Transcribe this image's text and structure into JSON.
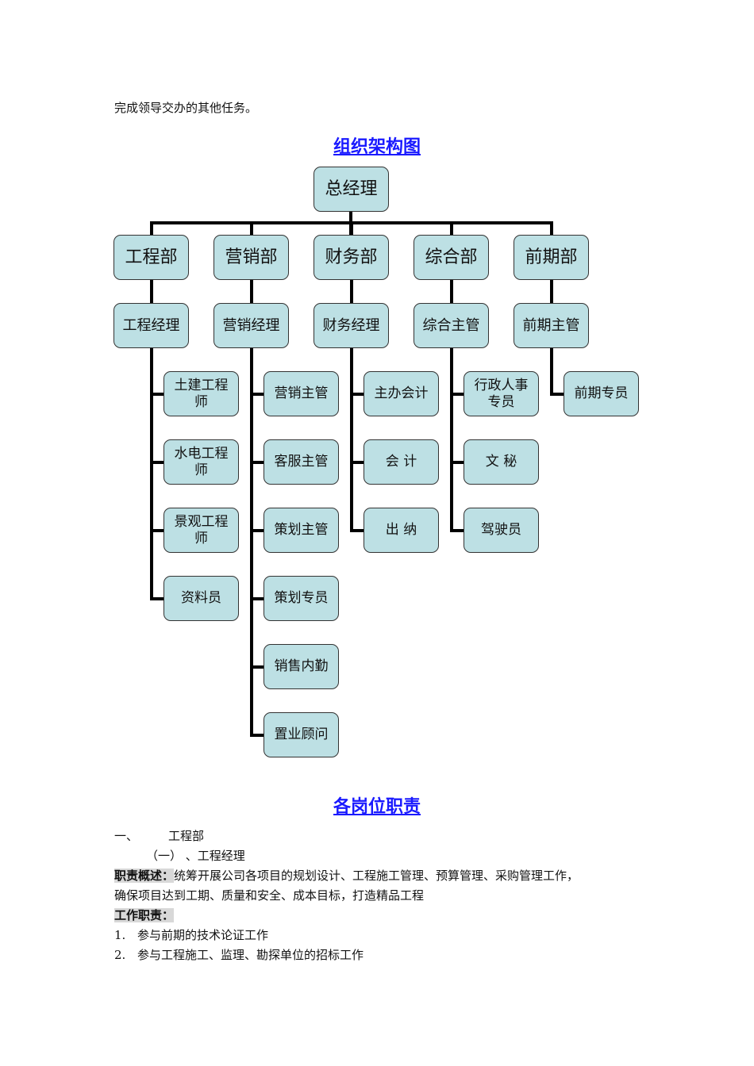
{
  "intro_line": "完成领导交办的其他任务。",
  "chart_title": "组织架构图",
  "org_chart": {
    "top": "总经理",
    "departments": [
      {
        "dept": "工程部",
        "manager": "工程经理",
        "staff": [
          "土建工程师",
          "水电工程师",
          "景观工程师",
          "资料员"
        ]
      },
      {
        "dept": "营销部",
        "manager": "营销经理",
        "staff": [
          "营销主管",
          "客服主管",
          "策划主管",
          "策划专员",
          "销售内勤",
          "置业顾问"
        ]
      },
      {
        "dept": "财务部",
        "manager": "财务经理",
        "staff": [
          "主办会计",
          "会 计",
          "出 纳"
        ]
      },
      {
        "dept": "综合部",
        "manager": "综合主管",
        "staff": [
          "行政人事专员",
          "文 秘",
          "驾驶员"
        ]
      },
      {
        "dept": "前期部",
        "manager": "前期主管",
        "staff": [
          "前期专员"
        ]
      }
    ]
  },
  "duties_title": "各岗位职责",
  "section": {
    "num": "一、",
    "name": "工程部",
    "sub": "（一）  、工程经理",
    "summary_label": "职责概述：",
    "summary_text": "统筹开展公司各项目的规划设计、工程施工管理、预算管理、采购管理工作，",
    "summary_text2": "确保项目达到工期、质量和安全、成本目标，打造精品工程",
    "duties_label": "工作职责：",
    "duties": [
      {
        "n": "1.",
        "text": "参与前期的技术论证工作"
      },
      {
        "n": "2.",
        "text": "参与工程施工、监理、勘探单位的招标工作"
      }
    ]
  }
}
